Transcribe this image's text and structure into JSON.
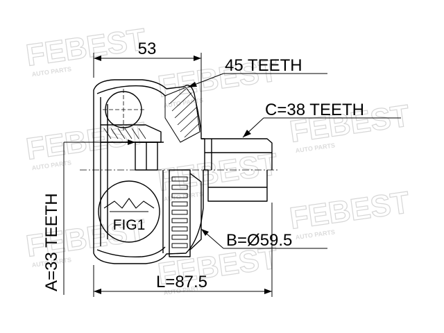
{
  "watermark": {
    "brand": "FEBEST",
    "sub": "AUTO PARTS"
  },
  "labels": {
    "dim_top": "53",
    "outer_teeth": "45 TEETH",
    "stub_teeth": "C=38 TEETH",
    "inner_teeth": "A=33 TEETH",
    "fig": "FIG1",
    "abs_diameter": "B=Ø59.5",
    "length": "L=87.5"
  },
  "colors": {
    "line": "#000000",
    "watermark": "#d9d9d9"
  }
}
